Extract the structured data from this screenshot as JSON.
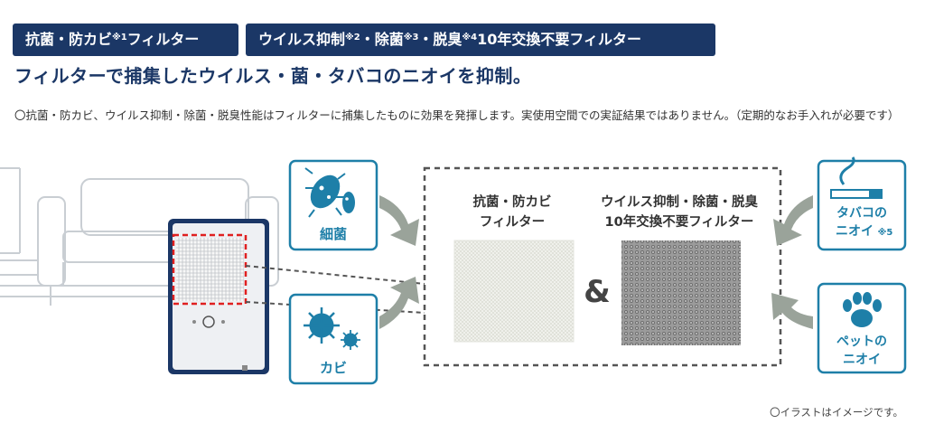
{
  "badges": [
    {
      "text_a": "抗菌・防カビ",
      "sup1": "※1",
      "text_b": "フィルター"
    },
    {
      "text_a": "ウイルス抑制",
      "sup1": "※2",
      "text_b": "・除菌",
      "sup2": "※3",
      "text_c": "・脱臭",
      "sup3": "※4",
      "text_d": "10年交換不要フィルター"
    }
  ],
  "headline": "フィルターで捕集したウイルス・菌・タバコのニオイを抑制。",
  "note": "〇抗菌・防カビ、ウイルス抑制・除菌・脱臭性能はフィルターに捕集したものに効果を発揮します。実使用空間での実証結果ではありません。（定期的なお手入れが必要です）",
  "cards": {
    "bacteria": "細菌",
    "mold": "カビ",
    "tobacco_line1": "タバコの",
    "tobacco_line2": "ニオイ",
    "tobacco_sup": "※5",
    "pet_line1": "ペットの",
    "pet_line2": "ニオイ"
  },
  "filters": {
    "left_line1": "抗菌・防カビ",
    "left_line2": "フィルター",
    "right_line1": "ウイルス抑制・除菌・脱臭",
    "right_line2": "10年交換不要フィルター",
    "amp": "&"
  },
  "footnote": "〇イラストはイメージです。",
  "colors": {
    "navy": "#1b3766",
    "teal": "#1e7fa8",
    "arrow_gray": "#9aa39a",
    "sofa_line": "#c9ced3"
  },
  "icons": [
    "bacteria-icon",
    "mold-icon",
    "cigarette-icon",
    "paw-icon",
    "dehumidifier-illustration",
    "sofa-illustration"
  ]
}
